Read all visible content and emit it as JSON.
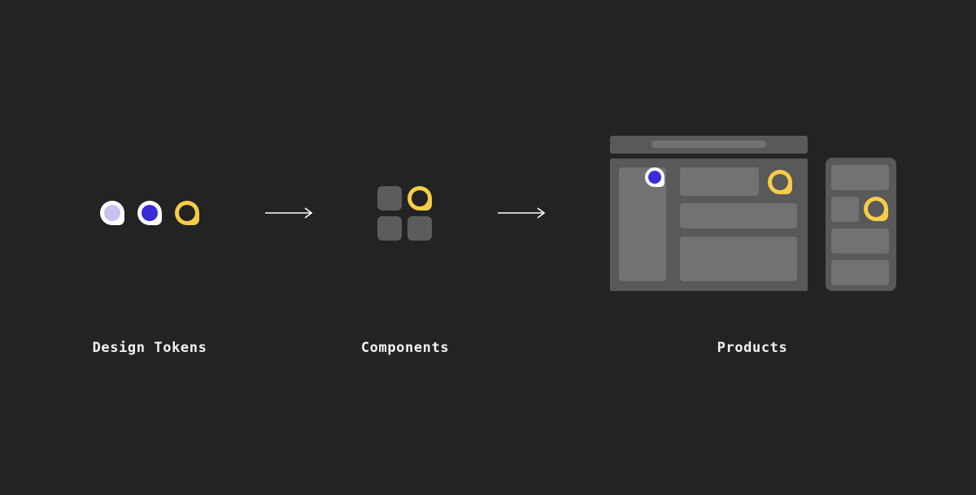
{
  "steps": [
    {
      "label": "Design Tokens"
    },
    {
      "label": "Components"
    },
    {
      "label": "Products"
    }
  ],
  "icons": {
    "token_pins": [
      "light-purple-pin-icon",
      "purple-pin-icon",
      "yellow-pin-icon"
    ],
    "arrows": [
      "arrow-right-icon",
      "arrow-right-icon"
    ]
  },
  "colors": {
    "background": "#232323",
    "light_purple": "#c9c1f0",
    "purple": "#3b2ad8",
    "yellow": "#f5cd47",
    "white": "#ffffff",
    "panel": "#595959",
    "card": "#727272"
  }
}
